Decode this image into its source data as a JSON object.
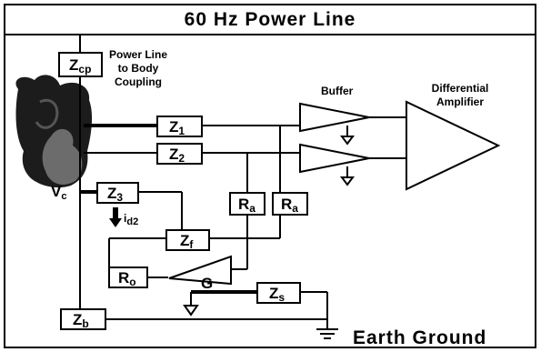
{
  "title": "60 Hz Power Line",
  "coupling_label": [
    "Power Line",
    "to Body",
    "Coupling"
  ],
  "buffer_label": "Buffer",
  "amplifier_label": [
    "Differential",
    "Amplifier"
  ],
  "vc_label": "V",
  "vc_sub": "c",
  "current_label": "i",
  "current_sub": "d2",
  "earth_label": "Earth Ground",
  "components": {
    "zcp": {
      "main": "Z",
      "sub": "cp"
    },
    "z1": {
      "main": "Z",
      "sub": "1"
    },
    "z2": {
      "main": "Z",
      "sub": "2"
    },
    "z3": {
      "main": "Z",
      "sub": "3"
    },
    "ra1": {
      "main": "R",
      "sub": "a"
    },
    "ra2": {
      "main": "R",
      "sub": "a"
    },
    "zf": {
      "main": "Z",
      "sub": "f"
    },
    "ro": {
      "main": "R",
      "sub": "o"
    },
    "g": {
      "main": "G",
      "sub": ""
    },
    "zs": {
      "main": "Z",
      "sub": "s"
    },
    "zb": {
      "main": "Z",
      "sub": "b"
    }
  }
}
